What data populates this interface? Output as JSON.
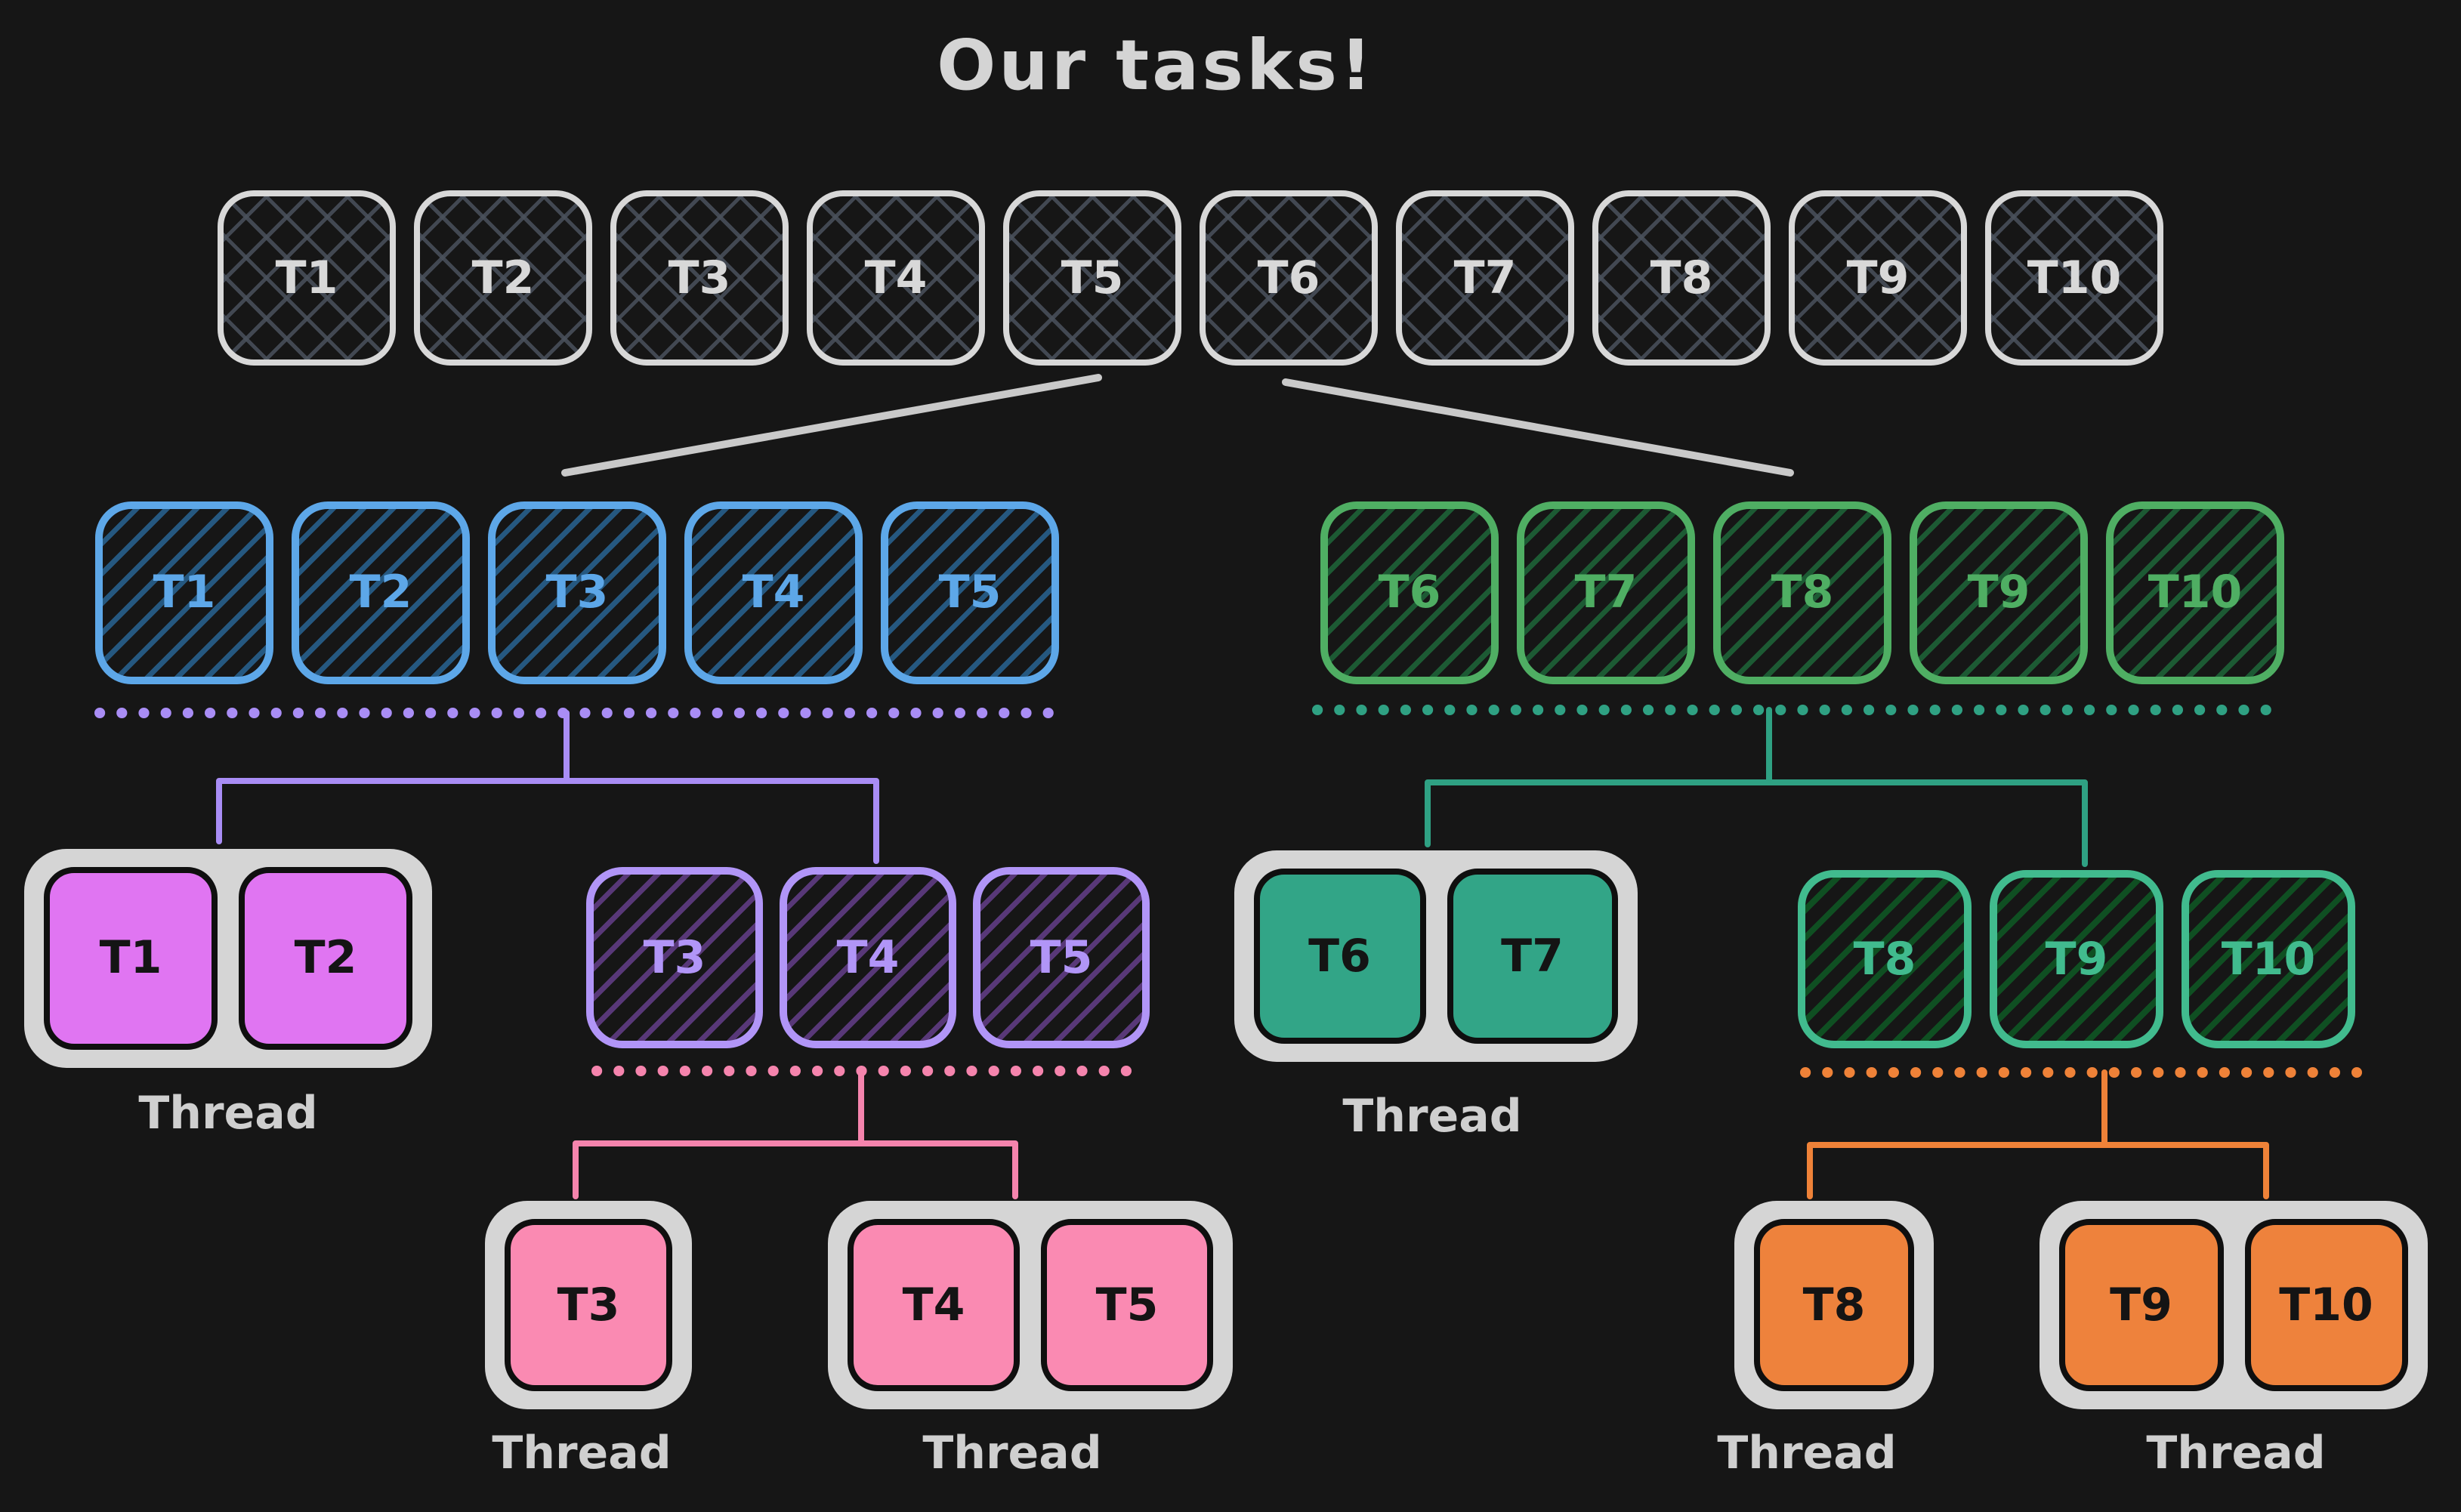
{
  "title": "Our tasks!",
  "colors": {
    "bg": "#161616",
    "box_outline": "#d8d8d8",
    "text_light": "#d4d4d4",
    "diag_line": "#c9c9c9",
    "blue_border": "#5da7e8",
    "green_border": "#4fae63",
    "purple_border": "#b195f7",
    "mint_border": "#41bb8e",
    "violet_fill": "#e075f2",
    "teal_fill": "#32a587",
    "pink_fill": "#fa8ab2",
    "orange_fill": "#ee823c",
    "thread_bg": "#d5d5d5",
    "connector_purple": "#a98df5",
    "connector_pink": "#f584ad",
    "connector_teal": "#2fa183",
    "connector_orange": "#ef8238",
    "box_label_dark": "#141414"
  },
  "top_row": {
    "tasks": [
      "T1",
      "T2",
      "T3",
      "T4",
      "T5",
      "T6",
      "T7",
      "T8",
      "T9",
      "T10"
    ]
  },
  "level2": {
    "blue_group": {
      "tasks": [
        "T1",
        "T2",
        "T3",
        "T4",
        "T5"
      ]
    },
    "green_group": {
      "tasks": [
        "T6",
        "T7",
        "T8",
        "T9",
        "T10"
      ]
    }
  },
  "level3": {
    "thread_t1_t2": {
      "label": "Thread",
      "tasks": [
        "T1",
        "T2"
      ]
    },
    "purple_group": {
      "tasks": [
        "T3",
        "T4",
        "T5"
      ]
    },
    "thread_t6_t7": {
      "label": "Thread",
      "tasks": [
        "T6",
        "T7"
      ]
    },
    "mint_group": {
      "tasks": [
        "T8",
        "T9",
        "T10"
      ]
    }
  },
  "level4": {
    "thread_t3": {
      "label": "Thread",
      "tasks": [
        "T3"
      ]
    },
    "thread_t4_t5": {
      "label": "Thread",
      "tasks": [
        "T4",
        "T5"
      ]
    },
    "thread_t8": {
      "label": "Thread",
      "tasks": [
        "T8"
      ]
    },
    "thread_t9_t10": {
      "label": "Thread",
      "tasks": [
        "T9",
        "T10"
      ]
    }
  }
}
